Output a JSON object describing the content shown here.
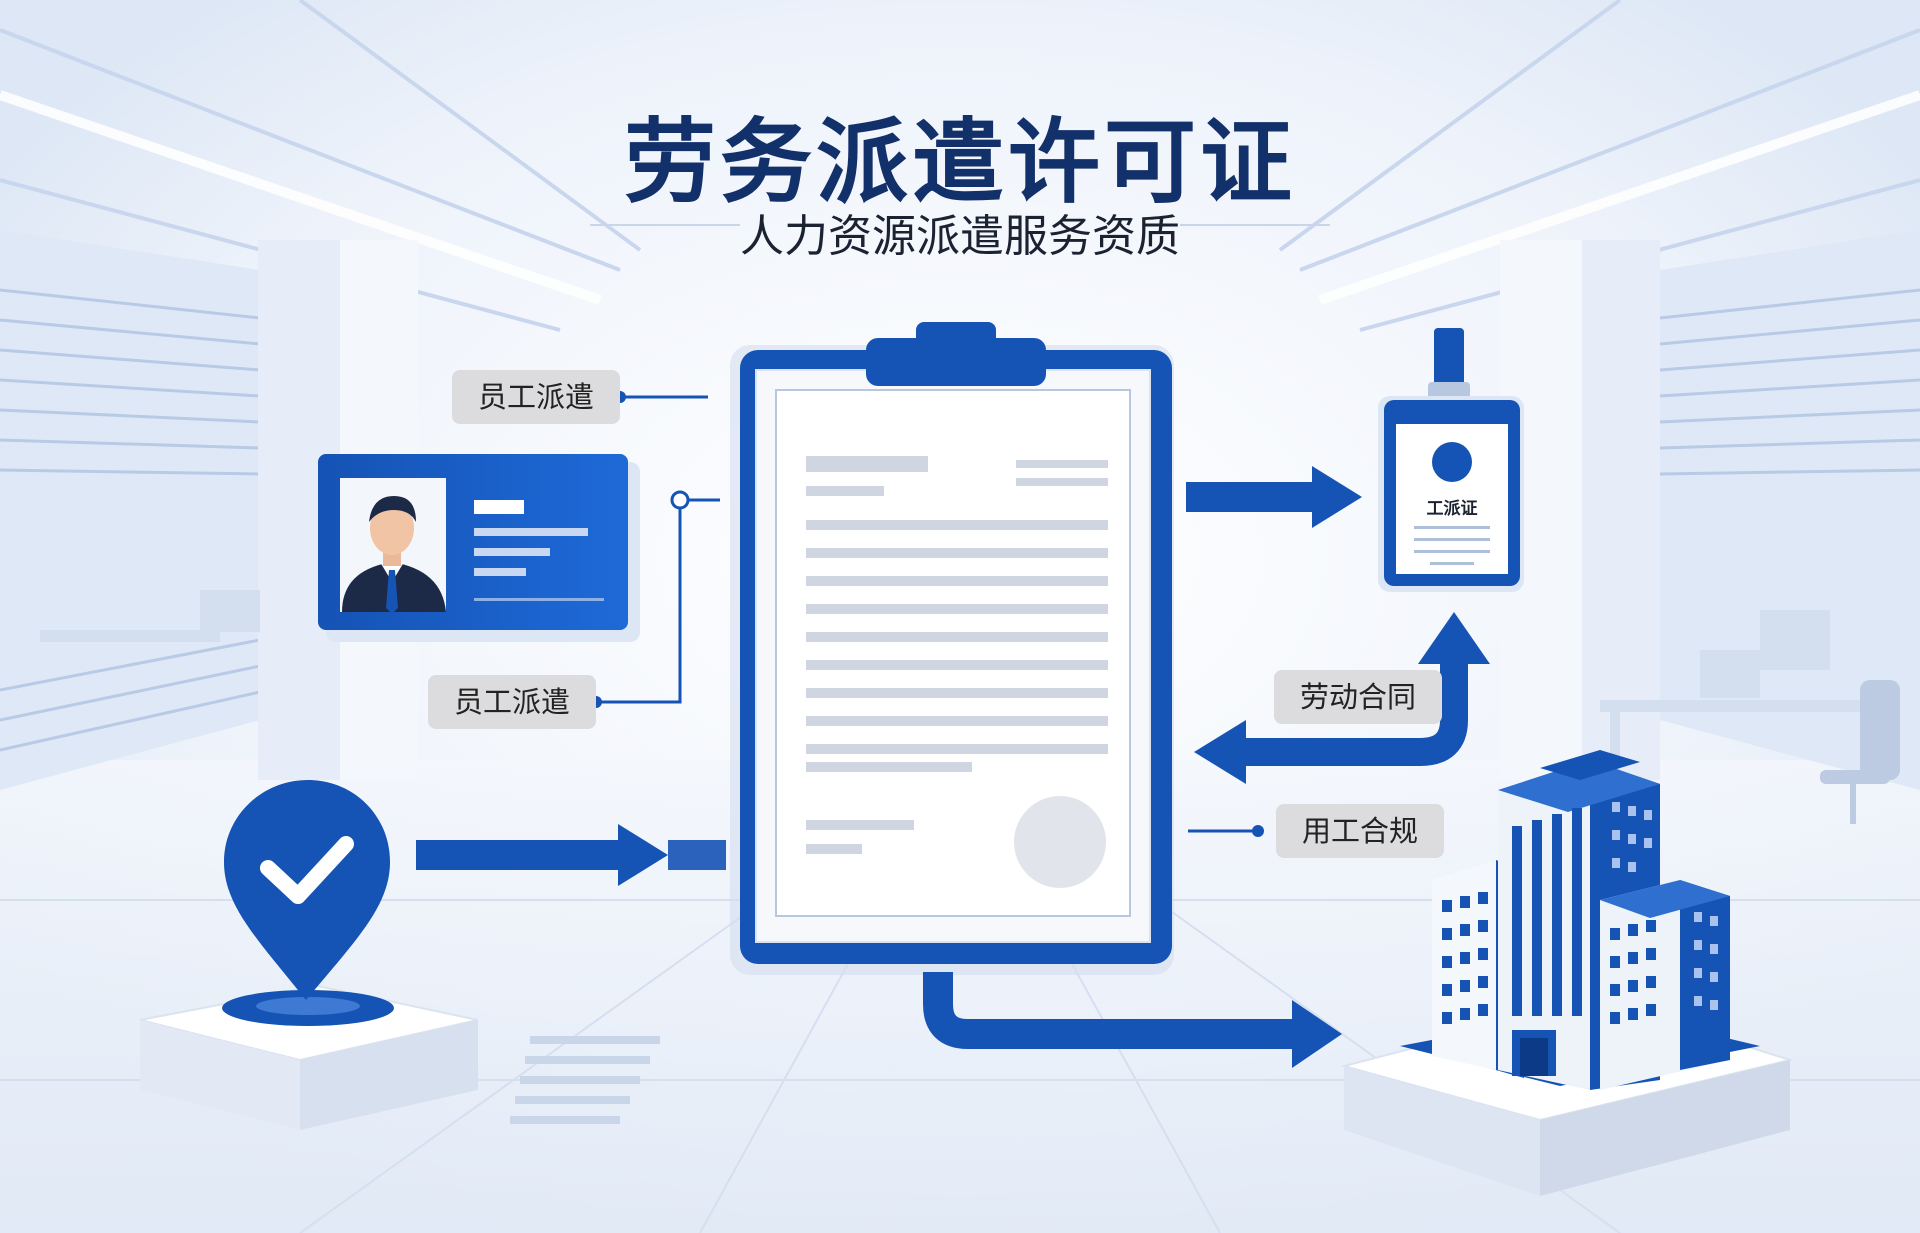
{
  "title": "劳务派遣许可证",
  "subtitle": "人力资源派遣服务资质",
  "labels": {
    "dispatch_top": "员工派遣",
    "dispatch_bottom": "员工派遣",
    "labor_contract": "劳动合同",
    "employment_compliance": "用工合规"
  },
  "badge": {
    "title": "工派证"
  },
  "colors": {
    "primary": "#1553b5",
    "dark": "#12306a",
    "pill": "#dcdcde",
    "background": "#eef3fb"
  },
  "icons": [
    "id-card-icon",
    "employee-avatar-icon",
    "clipboard-document-icon",
    "employee-badge-icon",
    "location-check-icon",
    "office-building-icon"
  ]
}
